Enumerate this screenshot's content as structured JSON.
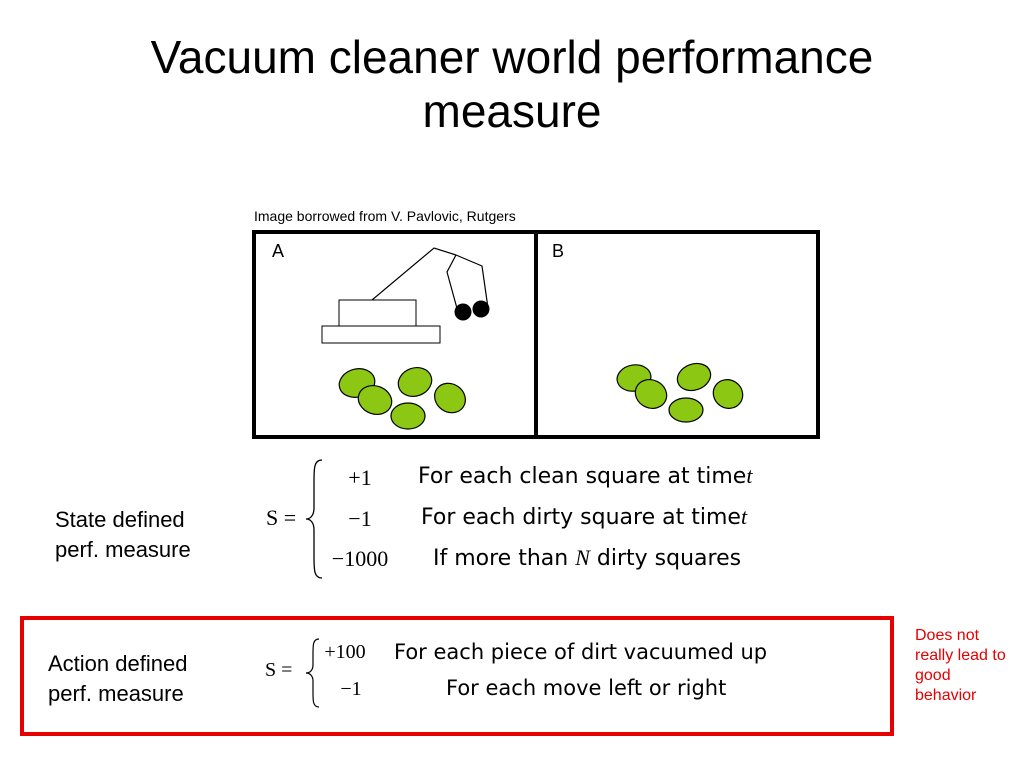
{
  "slide": {
    "title_line1": "Vacuum cleaner world performance",
    "title_line2": "measure"
  },
  "figure": {
    "credit": "Image borrowed from V. Pavlovic, Rutgers",
    "room_a_label": "A",
    "room_b_label": "B",
    "dirt_color": "#8cc713",
    "robot_color": "#000000"
  },
  "state_measure": {
    "label_line1": "State defined",
    "label_line2": "perf. measure",
    "lhs": "S =",
    "rows": [
      {
        "value": "+1",
        "desc": "For each clean square at time",
        "var": "t"
      },
      {
        "value": "−1",
        "desc": "For each dirty square at time",
        "var": "t"
      },
      {
        "value": "−1000",
        "desc_before": "If more than",
        "var": "N",
        "desc_after": "dirty squares"
      }
    ]
  },
  "action_measure": {
    "label_line1": "Action defined",
    "label_line2": "perf. measure",
    "lhs": "S =",
    "rows": [
      {
        "value": "+100",
        "desc": "For each piece of dirt vacuumed up"
      },
      {
        "value": "−1",
        "desc": "For each move left or right"
      }
    ]
  },
  "note": {
    "text": "Does not really lead to good behavior",
    "color": "#e60000"
  }
}
